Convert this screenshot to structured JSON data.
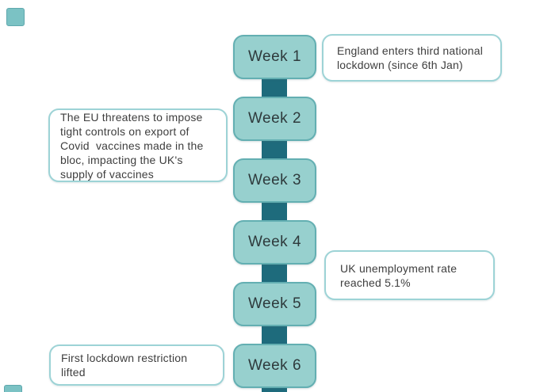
{
  "colors": {
    "background": "#FFFFFF",
    "node_fill": "#97D0CE",
    "node_border": "#63AFB2",
    "node_text": "#2E3A3C",
    "connector": "#1E6B7C",
    "callout_fill": "#FFFFFF",
    "callout_border": "#9DD3D6",
    "callout_text": "#3E3E3E",
    "corner_square_fill": "#7BC2C4"
  },
  "timeline": {
    "weeks": [
      {
        "label": "Week 1"
      },
      {
        "label": "Week 2"
      },
      {
        "label": "Week 3"
      },
      {
        "label": "Week 4"
      },
      {
        "label": "Week 5"
      },
      {
        "label": "Week 6"
      }
    ]
  },
  "callouts": [
    {
      "position": "right-of-week-1",
      "text": "England enters third national\nlockdown (since 6th Jan)"
    },
    {
      "position": "left-of-week-2",
      "text": "The EU threatens to impose\ntight controls on export of\nCovid  vaccines made in the\nbloc, impacting the UK's\nsupply of vaccines"
    },
    {
      "position": "right-of-week-5",
      "text": "UK unemployment rate\nreached 5.1%"
    },
    {
      "position": "left-of-week-6",
      "text": "First lockdown restriction\nlifted"
    }
  ]
}
